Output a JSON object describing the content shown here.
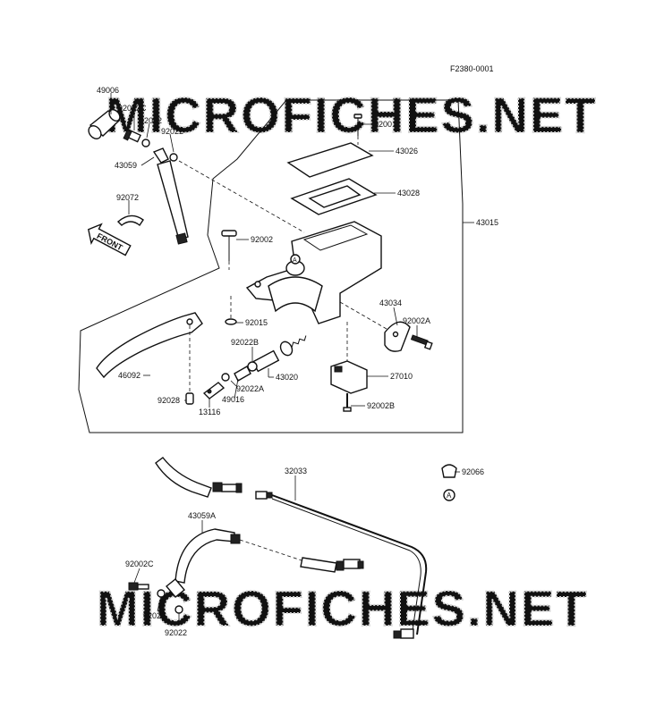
{
  "figure_code": "F2380-0001",
  "watermark": "MICROFICHES.NET",
  "front_label": "FRONT",
  "ref_marker": "A",
  "part_labels": [
    {
      "id": "49006",
      "text": "49006"
    },
    {
      "id": "92002C_top",
      "text": "92002C"
    },
    {
      "id": "92022_top1",
      "text": "92022"
    },
    {
      "id": "92022_top2",
      "text": "92022"
    },
    {
      "id": "43059",
      "text": "43059"
    },
    {
      "id": "92072",
      "text": "92072"
    },
    {
      "id": "92001",
      "text": "92001"
    },
    {
      "id": "43026",
      "text": "43026"
    },
    {
      "id": "43028",
      "text": "43028"
    },
    {
      "id": "43015",
      "text": "43015"
    },
    {
      "id": "92002",
      "text": "92002"
    },
    {
      "id": "92015",
      "text": "92015"
    },
    {
      "id": "43034",
      "text": "43034"
    },
    {
      "id": "92002A",
      "text": "92002A"
    },
    {
      "id": "92022B",
      "text": "92022B"
    },
    {
      "id": "43020",
      "text": "43020"
    },
    {
      "id": "46092",
      "text": "46092"
    },
    {
      "id": "92022A",
      "text": "92022A"
    },
    {
      "id": "27010",
      "text": "27010"
    },
    {
      "id": "92028",
      "text": "92028"
    },
    {
      "id": "49016",
      "text": "49016"
    },
    {
      "id": "13116",
      "text": "13116"
    },
    {
      "id": "92002B",
      "text": "92002B"
    },
    {
      "id": "32033",
      "text": "32033"
    },
    {
      "id": "92066",
      "text": "92066"
    },
    {
      "id": "43059A",
      "text": "43059A"
    },
    {
      "id": "92002C_bot",
      "text": "92002C"
    },
    {
      "id": "92022_bot1",
      "text": "92022"
    },
    {
      "id": "92022_bot2",
      "text": "92022"
    }
  ]
}
